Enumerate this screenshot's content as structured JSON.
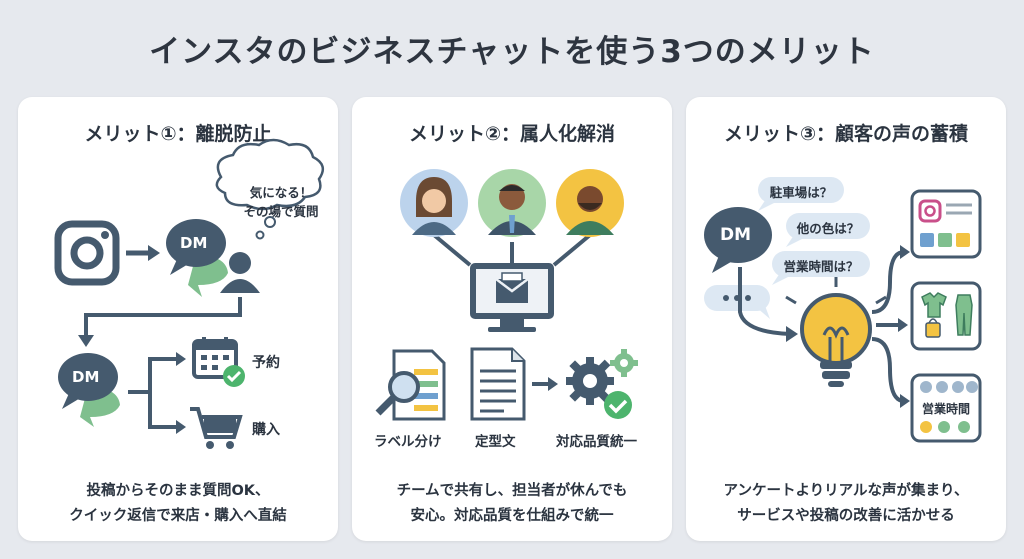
{
  "title": "インスタのビジネスチャットを使う3つのメリット",
  "cards": [
    {
      "title": "メリット①：離脱防止",
      "bubble_line1": "気になる！",
      "bubble_line2": "その場で質問",
      "dm1": "DM",
      "dm2": "DM",
      "reserve": "予約",
      "purchase": "購入",
      "caption_line1": "投稿からそのまま質問OK、",
      "caption_line2": "クイック返信で来店・購入へ直結"
    },
    {
      "title": "メリット②：属人化解消",
      "label_label": "ラベル分け",
      "label_template": "定型文",
      "label_quality": "対応品質統一",
      "caption_line1": "チームで共有し、担当者が休んでも",
      "caption_line2": "安心。対応品質を仕組みで統一"
    },
    {
      "title": "メリット③：顧客の声の蓄積",
      "dm": "DM",
      "q1": "駐車場は？",
      "q2": "他の色は？",
      "q3": "営業時間は？",
      "hours": "営業時間",
      "caption_line1": "アンケートよりリアルな声が集まり、",
      "caption_line2": "サービスや投稿の改善に活かせる"
    }
  ],
  "colors": {
    "slate": "#455a6e",
    "green": "#7fbf8e",
    "check": "#4db46d",
    "yellow": "#f3c342",
    "blue": "#6fa0cf"
  }
}
